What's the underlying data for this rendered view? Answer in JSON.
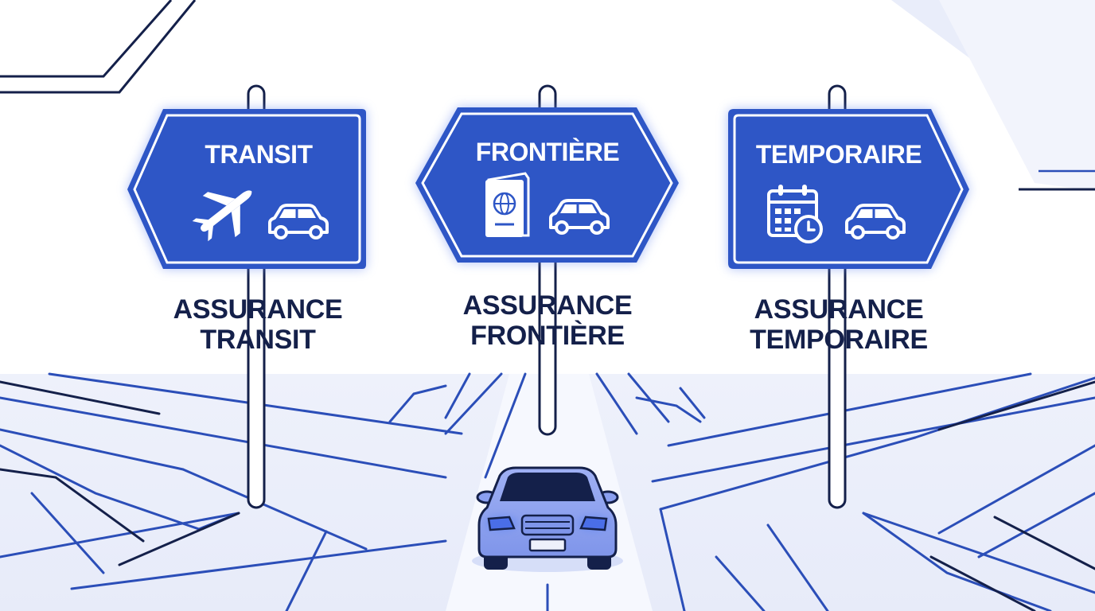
{
  "colors": {
    "sign_blue": "#2e56c6",
    "sign_border": "#ffffff",
    "glow": "#6f8ff0",
    "navy": "#14204a",
    "road_lines": "#2b4eb8",
    "ground": "#eef1fb",
    "car_body": "#8a9ff0"
  },
  "signs": [
    {
      "title": "TRANSIT",
      "icons": [
        "airplane-icon",
        "car-icon"
      ],
      "caption": {
        "line1": "ASSURANCE",
        "line2": "TRANSIT"
      }
    },
    {
      "title": "FRONTIÈRE",
      "icons": [
        "passport-icon",
        "car-icon"
      ],
      "caption": {
        "line1": "ASSURANCE",
        "line2": "FRONTIÈRE"
      }
    },
    {
      "title": "TEMPORAIRE",
      "icons": [
        "calendar-clock-icon",
        "car-icon"
      ],
      "caption": {
        "line1": "ASSURANCE",
        "line2": "TEMPORAIRE"
      }
    }
  ],
  "foreground": {
    "icon": "car-front-icon"
  }
}
